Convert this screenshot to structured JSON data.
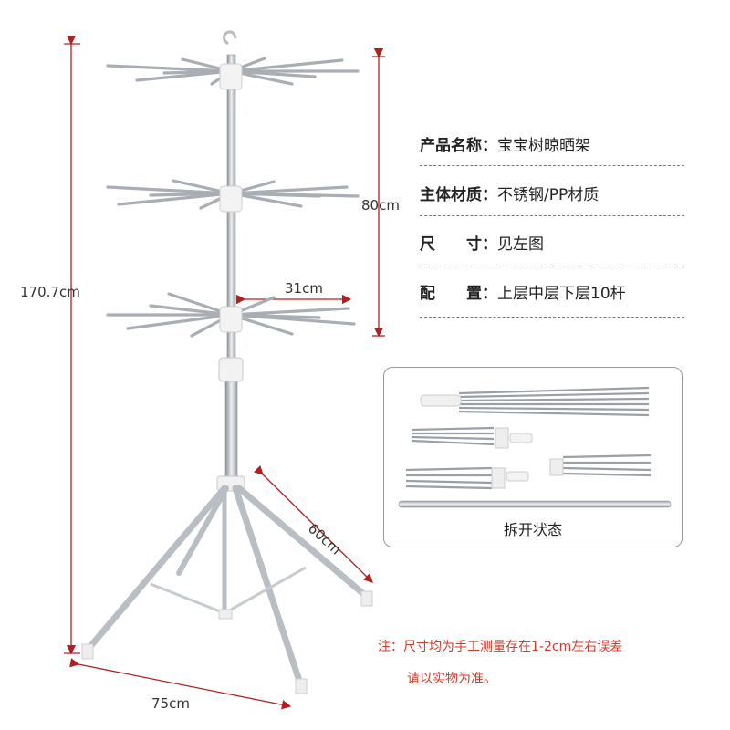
{
  "dimensions": {
    "total_height": "170.7cm",
    "upper_height": "80cm",
    "arm_length": "31cm",
    "leg_side": "60cm",
    "base_width": "75cm"
  },
  "specs": [
    {
      "key": "产品名称：",
      "value": "宝宝树晾晒架"
    },
    {
      "key": "主体材质：",
      "value": "不锈钢/PP材质"
    },
    {
      "key": "尺　　寸：",
      "value": "见左图"
    },
    {
      "key": "配　　置：",
      "value": "上层中层下层10杆"
    }
  ],
  "parts": {
    "caption": "拆开状态"
  },
  "note": {
    "line1": "注：尺寸均为手工测量存在1-2cm左右误差",
    "line2": "请以实物为准。"
  },
  "colors": {
    "dimension_line": "#b02020",
    "steel": "#b8bcc2",
    "note": "#d23a2b"
  }
}
